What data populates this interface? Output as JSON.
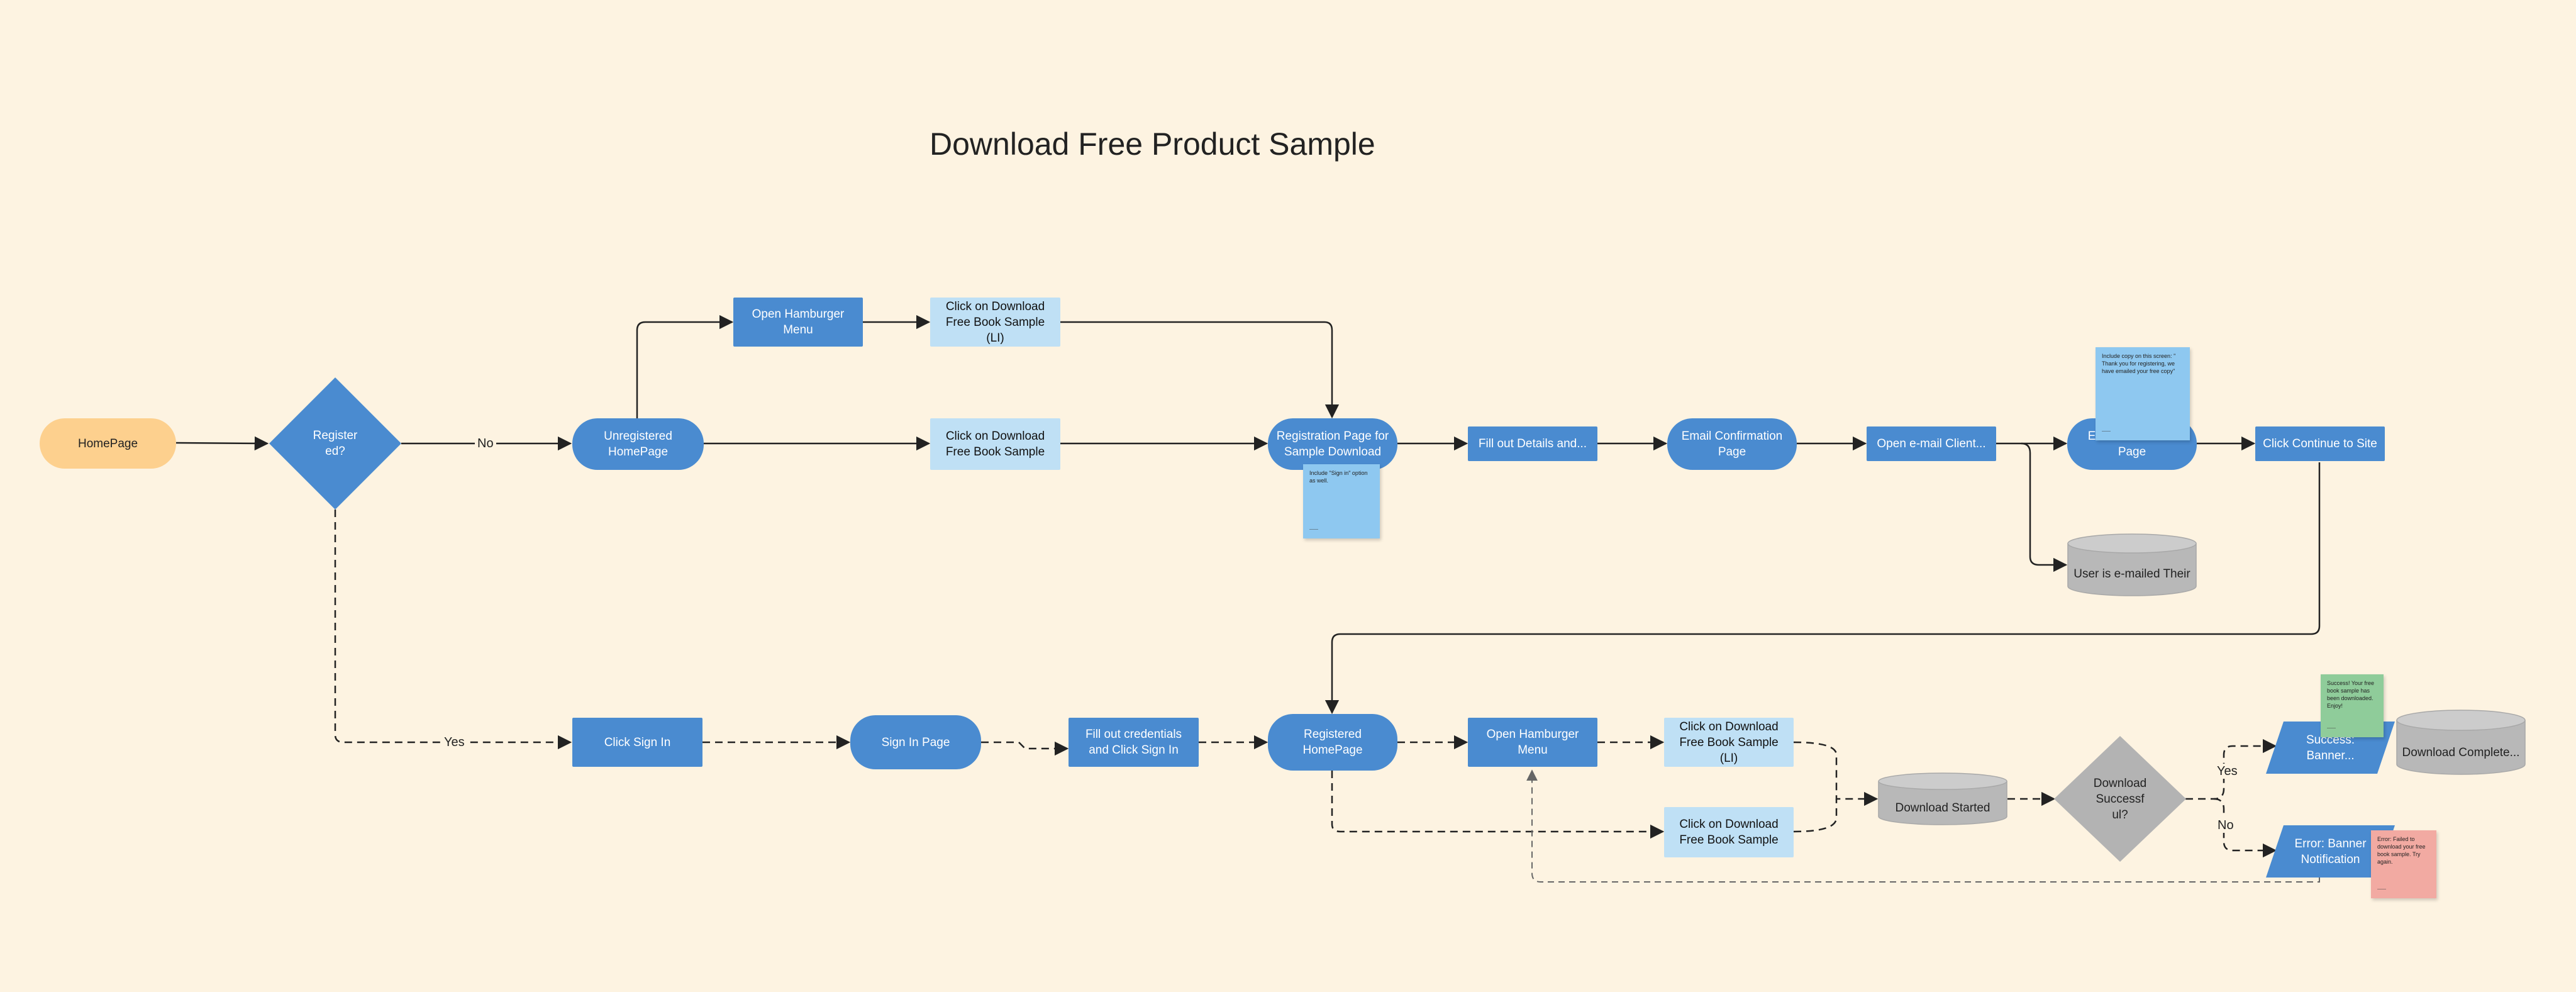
{
  "title": "Download Free Product Sample",
  "colors": {
    "background": "#fdf3e1",
    "process": "#4a8bd0",
    "light_process": "#bfe0f5",
    "start": "#fdd08e",
    "database": "#b8b8b8",
    "decision_gray": "#b3b3b3",
    "sticky_blue": "#8ec8f0",
    "sticky_green": "#8fcc9a",
    "sticky_red": "#f2aaa2"
  },
  "nodes": {
    "homepage": "HomePage",
    "registered_decision": "Register\ned?",
    "unregistered_homepage": "Unregistered\nHomePage",
    "open_hamburger_top": "Open Hamburger\nMenu",
    "click_download_li_top": "Click on Download\nFree Book Sample (LI)",
    "click_download_top": "Click on Download\nFree Book Sample",
    "registration_page": "Registration Page for\nSample Download",
    "fill_out_details": "Fill out Details and...",
    "email_confirmation_page": "Email Confirmation\nPage",
    "open_email_client": "Open e-mail Client...",
    "email_confirmed_page": "Email Confirmed Page",
    "click_continue": "Click Continue to Site",
    "user_emailed": "User is e-mailed Their",
    "click_sign_in": "Click Sign In",
    "sign_in_page": "Sign In Page",
    "fill_credentials": "Fill out credentials\nand Click Sign In",
    "registered_homepage": "Registered\nHomePage",
    "open_hamburger_bottom": "Open Hamburger\nMenu",
    "click_download_li_bottom": "Click on Download\nFree Book Sample (LI)",
    "click_download_bottom": "Click on Download\nFree Book Sample",
    "download_started": "Download Started",
    "download_successful": "Download\nSuccessf\nul?",
    "success_banner": "Success:\nBanner...",
    "download_complete": "Download Complete...",
    "error_banner": "Error: Banner\nNotification"
  },
  "edge_labels": {
    "no_top": "No",
    "yes_left": "Yes",
    "yes_right": "Yes",
    "no_right": "No"
  },
  "stickies": {
    "registration": "Include \"Sign in\" option as well.",
    "confirmed": "Include copy on this screen: \" Thank you for registering, we have emailed your free copy\"",
    "success": "Success! Your free book sample has been downloaded. Enjoy!",
    "error": "Error: Failed to download your free book sample. Try again."
  }
}
